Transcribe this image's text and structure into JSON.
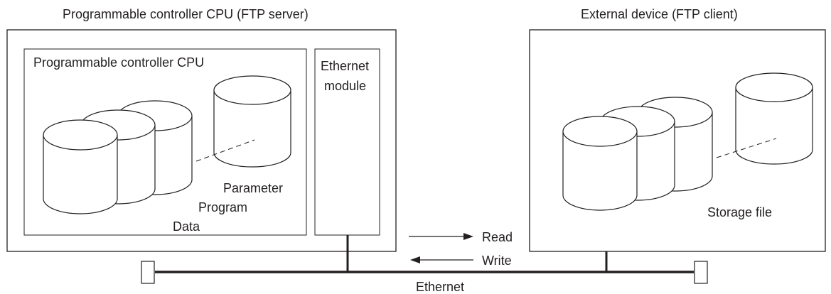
{
  "server": {
    "caption": "Programmable controller CPU (FTP server)",
    "cpu_label": "Programmable controller CPU",
    "module_label_line1": "Ethernet",
    "module_label_line2": "module",
    "file_labels": {
      "parameter": "Parameter",
      "program": "Program",
      "data": "Data"
    }
  },
  "client": {
    "caption": "External device (FTP client)",
    "file_label": "Storage file"
  },
  "arrows": {
    "read": "Read",
    "write": "Write"
  },
  "network": {
    "label": "Ethernet"
  },
  "colors": {
    "line": "#231f20",
    "fill": "#ffffff"
  }
}
